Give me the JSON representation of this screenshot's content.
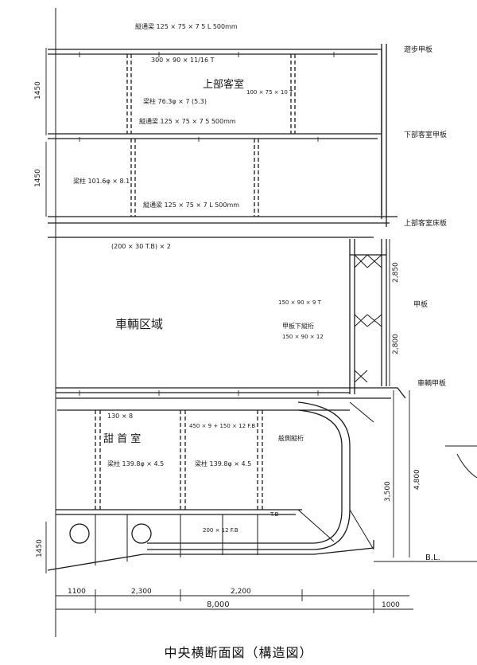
{
  "caption": "中央横断面図（構造図）",
  "labels": {
    "upper_room": "上部客室",
    "upper_deck_floor": "上部客室床板",
    "vehicle_area": "車輌区域",
    "lower_room": "甜 首 室",
    "side_frame": "甲板",
    "bottom": "B.L.",
    "deck_top": "遊歩甲板",
    "deck_mid": "下部客室甲板",
    "deck_car": "車輌甲板"
  },
  "dims": {
    "width_total": "8,000",
    "seg_1100": "1100",
    "seg_2300": "2,300",
    "seg_2200": "2,200",
    "seg_1000": "1000",
    "h_1450_top": "1450",
    "h_1450_mid": "1450",
    "h_2850": "2,850",
    "h_2800": "2,800",
    "h_3500": "3,500",
    "h_4800": "4,800",
    "h_1450_bot": "1450"
  },
  "annotations": {
    "stringer_top": "縦通梁 125 × 75 × 7 5 L 500mm",
    "stringer_mid": "縦通梁 125 × 75 × 7 5 500mm",
    "stringer_low": "縦通梁 125 × 75 × 7 L 500mm",
    "pillar_top": "梁柱 76.3φ × 7 (5.3)",
    "pillar_mid": "梁柱 101.6φ × 8.1",
    "pillar_low_a": "梁柱 139.8φ × 4.5",
    "pillar_low_b": "梁柱 139.8φ × 4.5",
    "beam_300": "300 × 90 × 11/16 T",
    "beam_200": "(200 × 30 T.B) × 2",
    "beam_130": "130 × 8",
    "frame_a": "100 × 75 × 10 T",
    "frame_b": "150 × 90 × 9 T",
    "girder": "450 × 9 + 150 × 12 F.B",
    "side_girder": "舷側縦桁",
    "deck_beam": "甲板下縦桁",
    "coaming": "150 × 90 × 12",
    "floor_plate": "200 × 12 F.B",
    "web": "T.B"
  }
}
